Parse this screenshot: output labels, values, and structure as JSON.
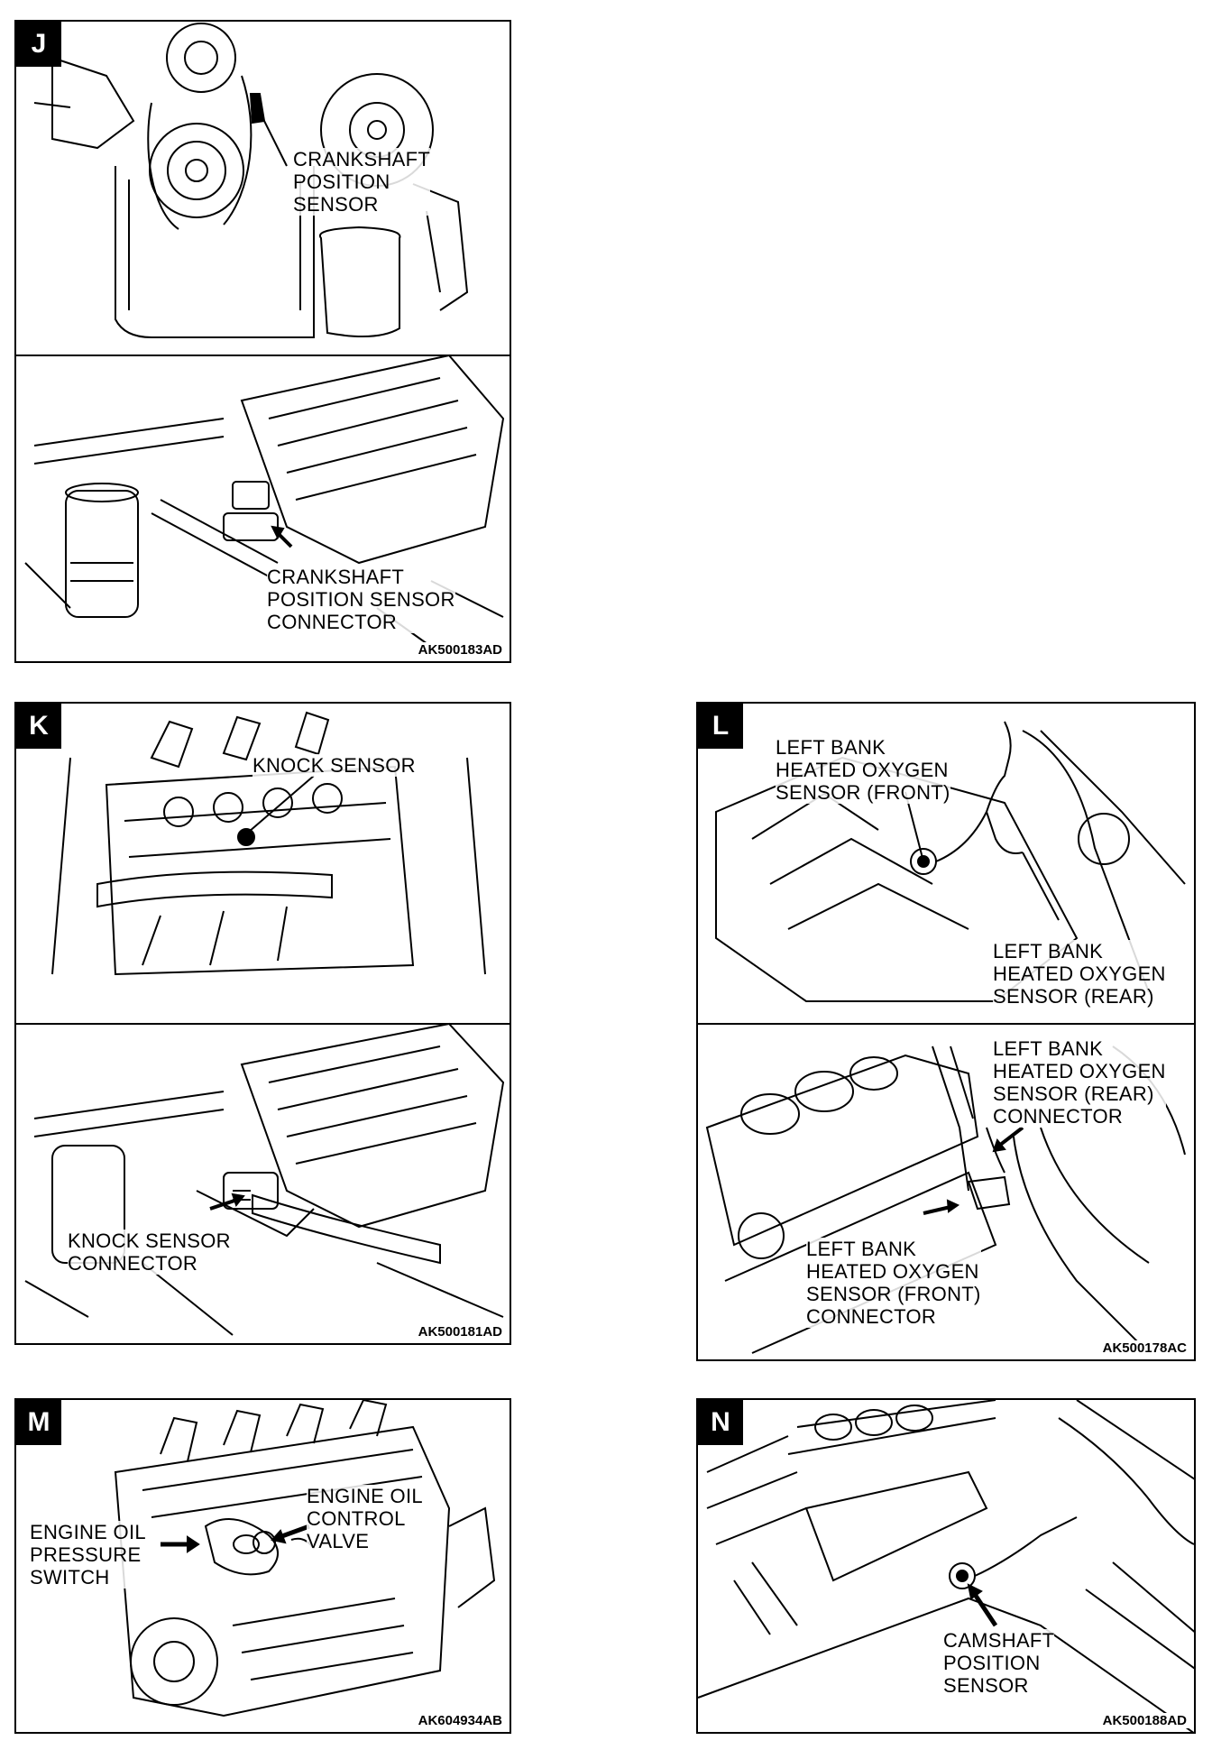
{
  "panels": {
    "J": {
      "letter": "J",
      "labels": {
        "crank_sensor": "CRANKSHAFT\nPOSITION\nSENSOR",
        "crank_connector": "CRANKSHAFT\nPOSITION SENSOR\nCONNECTOR"
      },
      "code": "AK500183AD"
    },
    "K": {
      "letter": "K",
      "labels": {
        "knock_sensor": "KNOCK SENSOR",
        "knock_connector": "KNOCK SENSOR\nCONNECTOR"
      },
      "code": "AK500181AD"
    },
    "L": {
      "letter": "L",
      "labels": {
        "o2_front": "LEFT BANK\nHEATED OXYGEN\nSENSOR (FRONT)",
        "o2_rear": "LEFT BANK\nHEATED OXYGEN\nSENSOR (REAR)",
        "o2_rear_connector": "LEFT BANK\nHEATED OXYGEN\nSENSOR (REAR)\nCONNECTOR",
        "o2_front_connector": "LEFT BANK\nHEATED OXYGEN\nSENSOR (FRONT)\nCONNECTOR"
      },
      "code": "AK500178AC"
    },
    "M": {
      "letter": "M",
      "labels": {
        "oil_pressure_switch": "ENGINE OIL\nPRESSURE\nSWITCH",
        "oil_control_valve": "ENGINE OIL\nCONTROL\nVALVE"
      },
      "code": "AK604934AB"
    },
    "N": {
      "letter": "N",
      "labels": {
        "cam_sensor": "CAMSHAFT\nPOSITION\nSENSOR"
      },
      "code": "AK500188AD"
    }
  }
}
